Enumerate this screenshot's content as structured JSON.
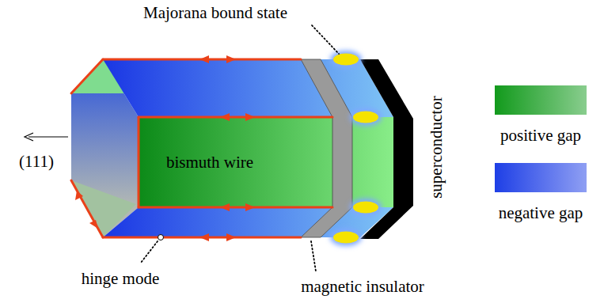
{
  "diagram": {
    "nodes": [
      {
        "text": [
          "bismuth wire"
        ]
      }
    ],
    "labels": [
      "Majorana bound state",
      "(111)",
      "hinge mode",
      "magnetic insulator",
      "superconductor"
    ],
    "legend": [
      {
        "text": "positive gap",
        "color": "#129a1c"
      },
      {
        "text": "negative gap",
        "color": "#1e3fe6"
      }
    ]
  }
}
